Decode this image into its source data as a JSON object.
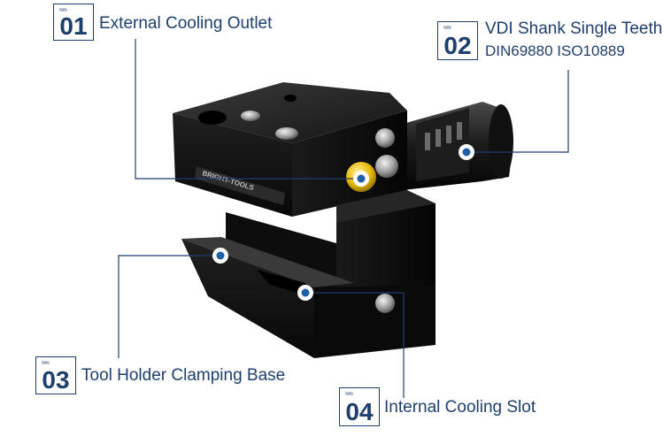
{
  "callouts": [
    {
      "number": "01",
      "label": "External Cooling Outlet"
    },
    {
      "number": "02",
      "label": "VDI Shank Single Teeth",
      "sublabel": "DIN69880 ISO10889"
    },
    {
      "number": "03",
      "label": "Tool Holder Clamping Base"
    },
    {
      "number": "04",
      "label": "Internal Cooling Slot"
    }
  ],
  "product": {
    "brand_mark": "BRIGHT-TOOLS"
  },
  "colors": {
    "accent": "#1e3f6e",
    "marker_blue": "#1f5fa8",
    "body": "#0b0b0b",
    "coolant_ring": "#e6b800"
  }
}
